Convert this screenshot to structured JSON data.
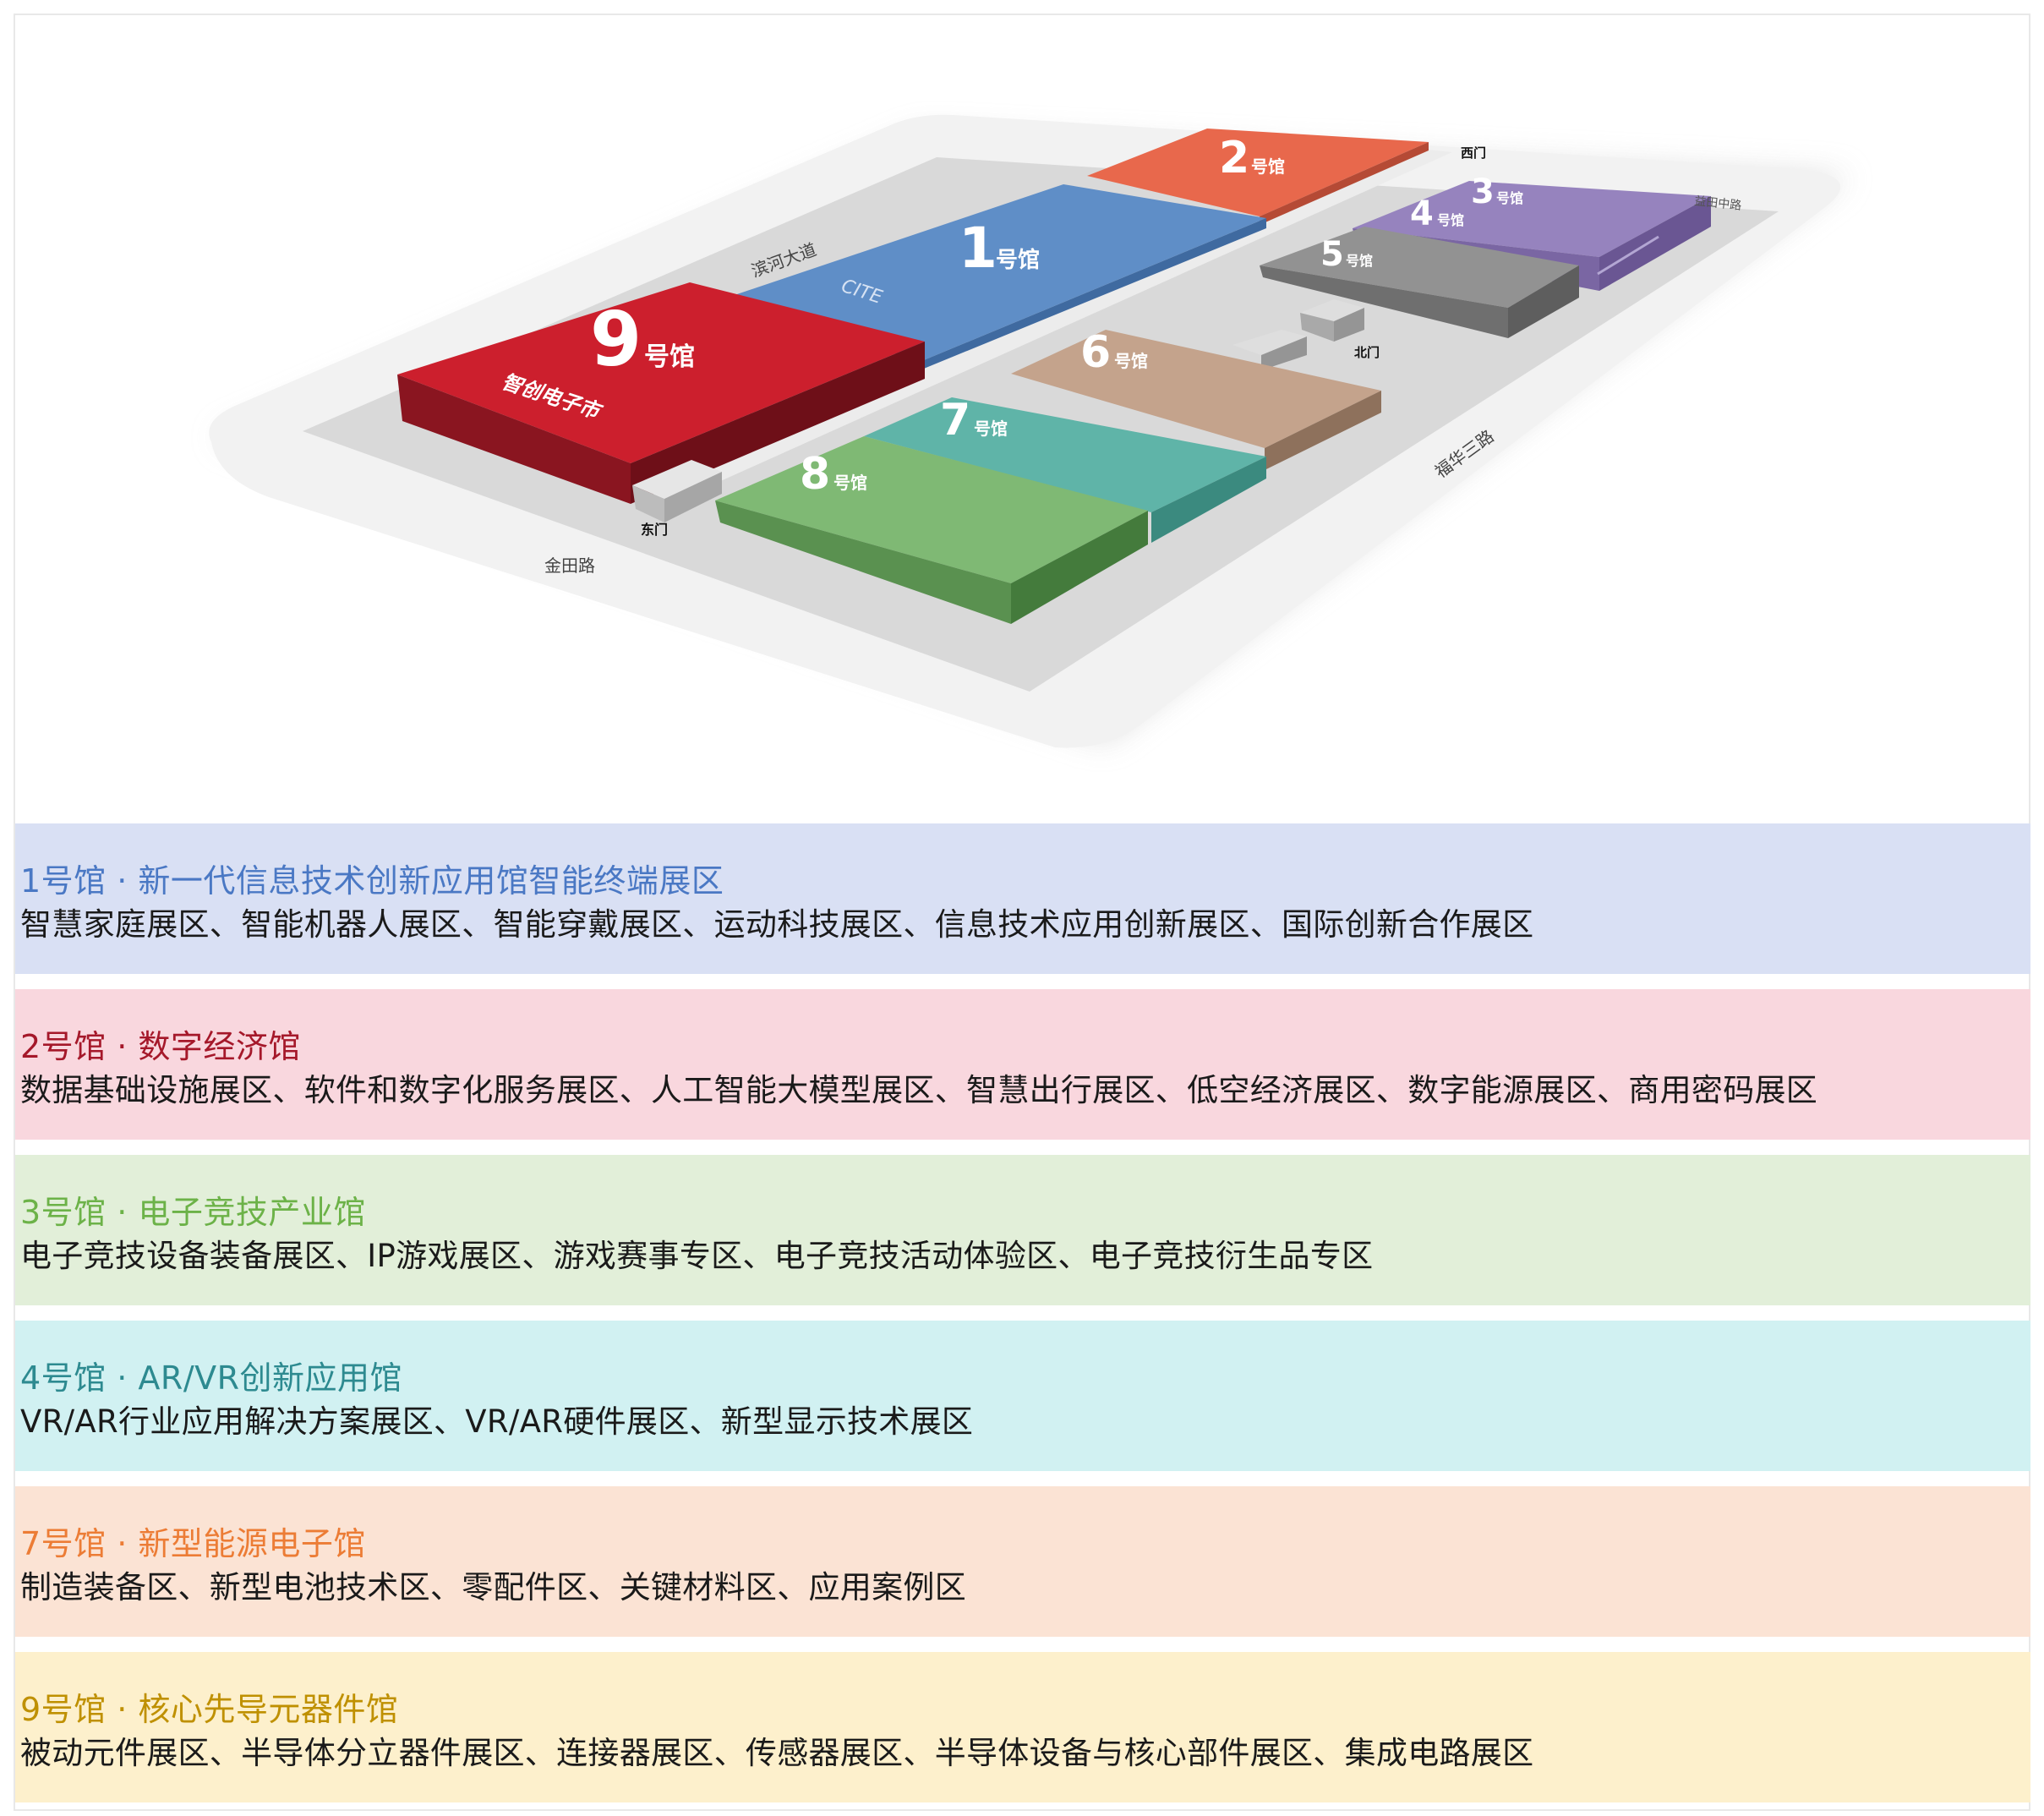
{
  "map": {
    "halls": [
      {
        "id": "1",
        "num": "1",
        "suffix": "号馆",
        "color": "#5f8ec7",
        "sub": "CITE"
      },
      {
        "id": "2",
        "num": "2",
        "suffix": "号馆",
        "color": "#e8684c"
      },
      {
        "id": "3",
        "num": "3",
        "suffix": "号馆",
        "color": "#8d78b6"
      },
      {
        "id": "4",
        "num": "4",
        "suffix": "号馆",
        "color": "#8d78b6"
      },
      {
        "id": "5",
        "num": "5",
        "suffix": "号馆",
        "color": "#8f8f8f"
      },
      {
        "id": "6",
        "num": "6",
        "suffix": "号馆",
        "color": "#c0a08a"
      },
      {
        "id": "7",
        "num": "7",
        "suffix": "号馆",
        "color": "#5fb4a8"
      },
      {
        "id": "8",
        "num": "8",
        "suffix": "号馆",
        "color": "#7fb974"
      },
      {
        "id": "9",
        "num": "9",
        "suffix": "号馆",
        "color": "#cc1f2d",
        "sub": "智创电子市"
      }
    ],
    "roads": {
      "binhe": "滨河大道",
      "jintian": "金田路",
      "fuhua3": "福华三路",
      "yitian": "益田中路"
    },
    "gates": {
      "west": "西门",
      "north": "北门",
      "east": "东门"
    }
  },
  "halls_info": [
    {
      "title": "1号馆 · 新一代信息技术创新应用馆智能终端展区",
      "zones": "智慧家庭展区、智能机器人展区、智能穿戴展区、运动科技展区、信息技术应用创新展区、国际创新合作展区",
      "bg": "#d9e0f4",
      "title_color": "#4a78c4"
    },
    {
      "title": "2号馆 · 数字经济馆",
      "zones": "数据基础设施展区、软件和数字化服务展区、人工智能大模型展区、智慧出行展区、低空经济展区、数字能源展区、商用密码展区",
      "bg": "#f9d7de",
      "title_color": "#a5182a"
    },
    {
      "title": "3号馆 · 电子竞技产业馆",
      "zones": "电子竞技设备装备展区、IP游戏展区、游戏赛事专区、电子竞技活动体验区、电子竞技衍生品专区",
      "bg": "#e2efd9",
      "title_color": "#6cb248"
    },
    {
      "title": "4号馆 · AR/VR创新应用馆",
      "zones": "VR/AR行业应用解决方案展区、VR/AR硬件展区、新型显示技术展区",
      "bg": "#d1f1f2",
      "title_color": "#2d8a90"
    },
    {
      "title": "7号馆 · 新型能源电子馆",
      "zones": "制造装备区、新型电池技术区、零配件区、关键材料区、应用案例区",
      "bg": "#fbe3d4",
      "title_color": "#ec7c35"
    },
    {
      "title": "9号馆 · 核心先导元器件馆",
      "zones": "被动元件展区、半导体分立器件展区、连接器展区、传感器展区、半导体设备与核心部件展区、集成电路展区",
      "bg": "#fdf0cc",
      "title_color": "#bf9000"
    }
  ]
}
